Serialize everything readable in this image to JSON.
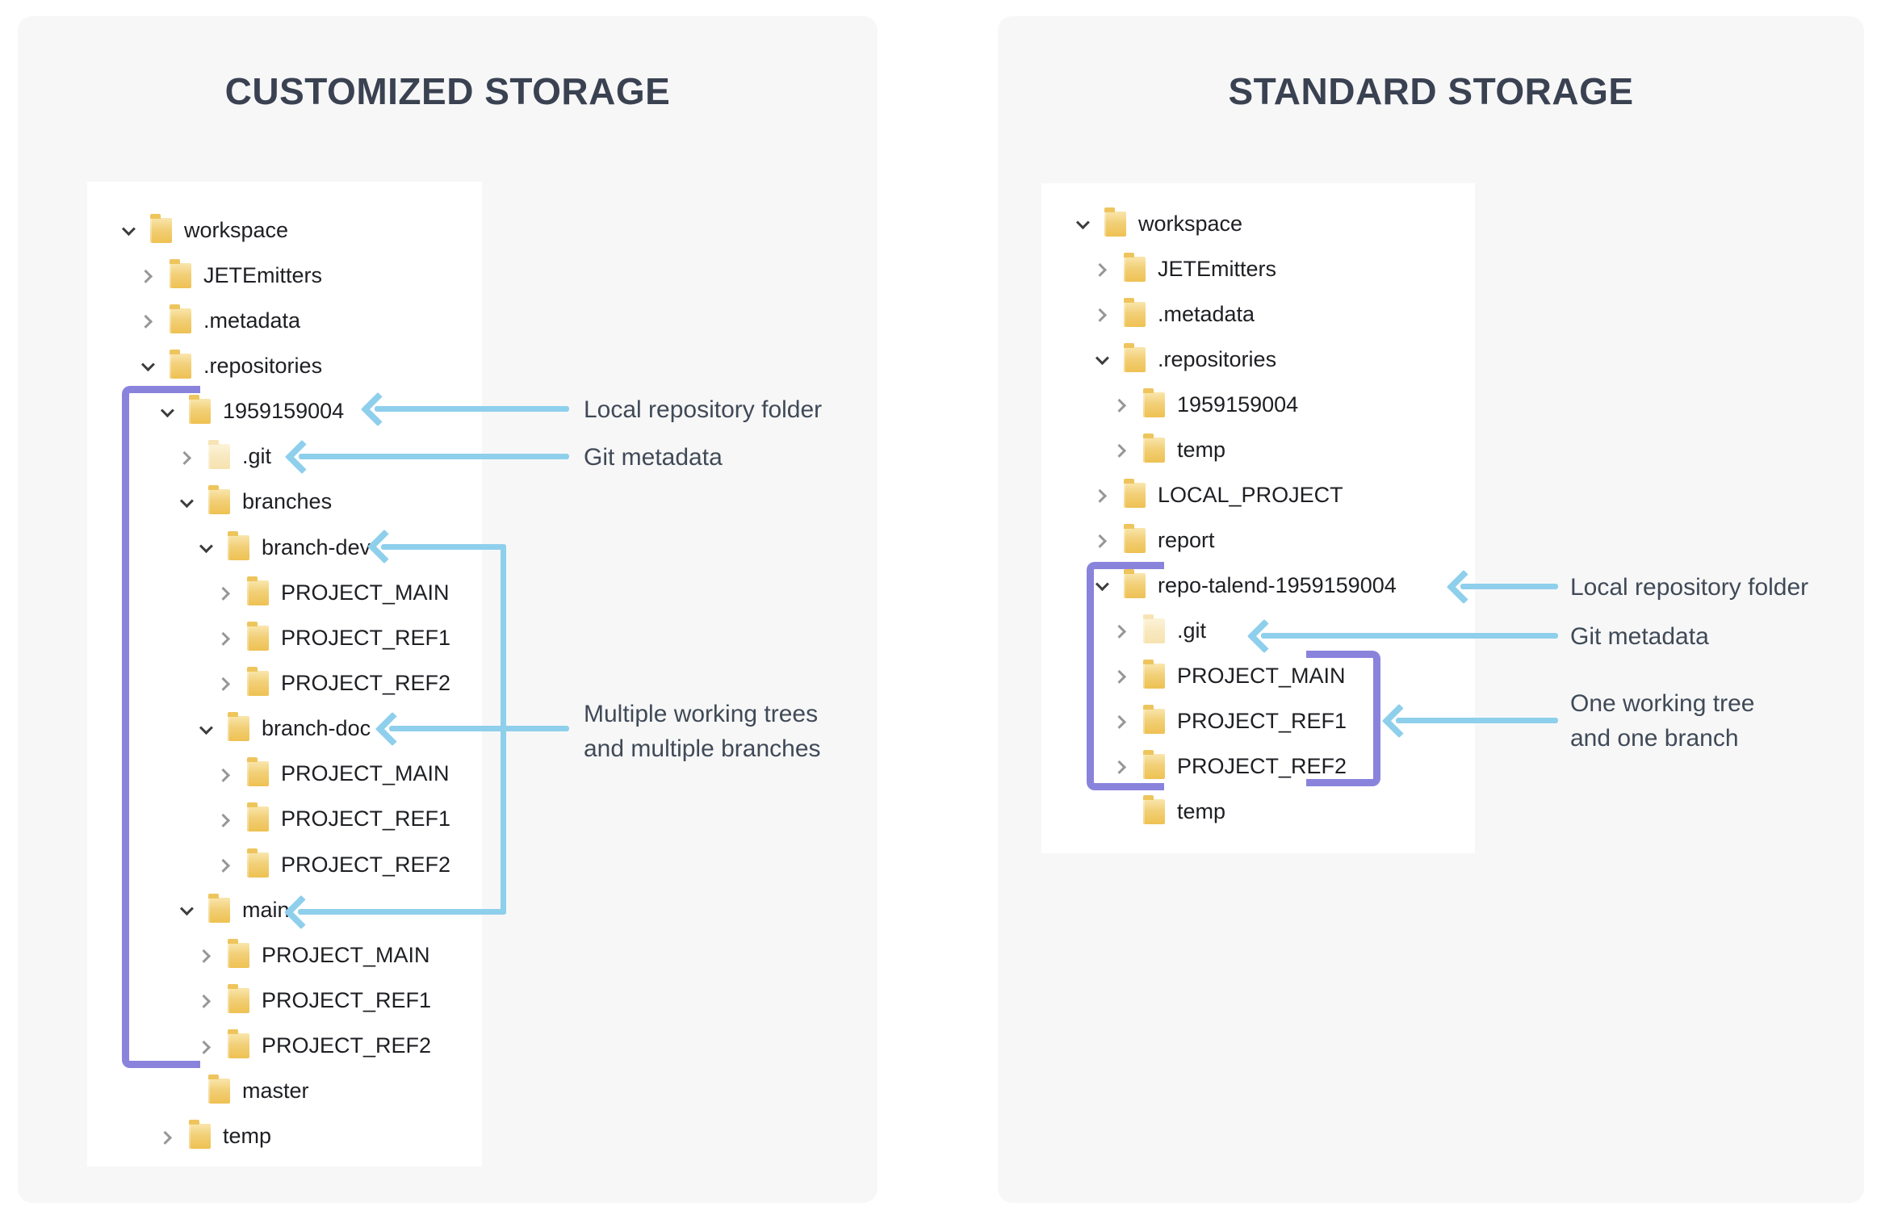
{
  "colors": {
    "card_bg": "#f7f7f8",
    "panel_bg": "#ffffff",
    "arrow_blue": "#8ecfec",
    "bracket_purple": "#8a83dc",
    "title_text": "#3a4252",
    "note_text": "#404a57",
    "tree_text": "#1e1f23",
    "chevron_expanded": "#3d3d3d",
    "chevron_collapsed": "#979797",
    "folder_yellow": "#eec152"
  },
  "left_panel": {
    "title": "CUSTOMIZED STORAGE",
    "tree": [
      {
        "label": "workspace",
        "depth": 0,
        "state": "expanded"
      },
      {
        "label": "JETEmitters",
        "depth": 1,
        "state": "collapsed"
      },
      {
        "label": ".metadata",
        "depth": 1,
        "state": "collapsed"
      },
      {
        "label": ".repositories",
        "depth": 1,
        "state": "expanded"
      },
      {
        "label": "1959159004",
        "depth": 2,
        "state": "expanded"
      },
      {
        "label": ".git",
        "depth": 3,
        "state": "collapsed",
        "faded": true
      },
      {
        "label": "branches",
        "depth": 3,
        "state": "expanded"
      },
      {
        "label": "branch-dev",
        "depth": 4,
        "state": "expanded"
      },
      {
        "label": "PROJECT_MAIN",
        "depth": 5,
        "state": "collapsed"
      },
      {
        "label": "PROJECT_REF1",
        "depth": 5,
        "state": "collapsed"
      },
      {
        "label": "PROJECT_REF2",
        "depth": 5,
        "state": "collapsed"
      },
      {
        "label": "branch-doc",
        "depth": 4,
        "state": "expanded"
      },
      {
        "label": "PROJECT_MAIN",
        "depth": 5,
        "state": "collapsed"
      },
      {
        "label": "PROJECT_REF1",
        "depth": 5,
        "state": "collapsed"
      },
      {
        "label": "PROJECT_REF2",
        "depth": 5,
        "state": "collapsed"
      },
      {
        "label": "main",
        "depth": 3,
        "state": "expanded"
      },
      {
        "label": "PROJECT_MAIN",
        "depth": 4,
        "state": "collapsed"
      },
      {
        "label": "PROJECT_REF1",
        "depth": 4,
        "state": "collapsed"
      },
      {
        "label": "PROJECT_REF2",
        "depth": 4,
        "state": "collapsed"
      },
      {
        "label": "master",
        "depth": 3,
        "state": "none"
      },
      {
        "label": "temp",
        "depth": 2,
        "state": "collapsed"
      }
    ],
    "annotations": {
      "local_repo": "Local repository folder",
      "git_meta": "Git metadata",
      "multi_line1": "Multiple working trees",
      "multi_line2": "and multiple branches"
    }
  },
  "right_panel": {
    "title": "STANDARD STORAGE",
    "tree": [
      {
        "label": "workspace",
        "depth": 0,
        "state": "expanded"
      },
      {
        "label": "JETEmitters",
        "depth": 1,
        "state": "collapsed"
      },
      {
        "label": ".metadata",
        "depth": 1,
        "state": "collapsed"
      },
      {
        "label": ".repositories",
        "depth": 1,
        "state": "expanded"
      },
      {
        "label": "1959159004",
        "depth": 2,
        "state": "collapsed"
      },
      {
        "label": "temp",
        "depth": 2,
        "state": "collapsed"
      },
      {
        "label": "LOCAL_PROJECT",
        "depth": 1,
        "state": "collapsed"
      },
      {
        "label": "report",
        "depth": 1,
        "state": "collapsed"
      },
      {
        "label": "repo-talend-1959159004",
        "depth": 1,
        "state": "expanded"
      },
      {
        "label": ".git",
        "depth": 2,
        "state": "collapsed",
        "faded": true
      },
      {
        "label": "PROJECT_MAIN",
        "depth": 2,
        "state": "collapsed"
      },
      {
        "label": "PROJECT_REF1",
        "depth": 2,
        "state": "collapsed"
      },
      {
        "label": "PROJECT_REF2",
        "depth": 2,
        "state": "collapsed"
      },
      {
        "label": "temp",
        "depth": 2,
        "state": "none"
      }
    ],
    "annotations": {
      "local_repo": "Local repository folder",
      "git_meta": "Git metadata",
      "one_line1": "One working tree",
      "one_line2": "and one branch"
    }
  }
}
